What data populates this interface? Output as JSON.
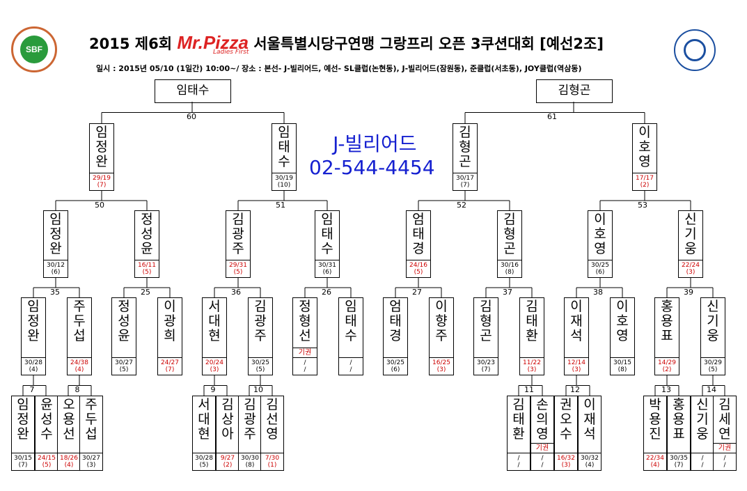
{
  "header": {
    "title_prefix": "2015 제6회",
    "pizza_brand": "Mr.Pizza",
    "pizza_sub": "Ladies First",
    "title_main": "서울특별시당구연맹 그랑프리 오픈 3쿠션대회 [예선2조]",
    "subtitle": "일시 : 2015년 05/10 (1일간) 10:00~/ 장소 : 본선- J-빌리어드, 예선- SL클럽(논현동), J-빌리어드(잠원동), 준클럽(서초동), JOY클럽(역삼동)",
    "logo_left_text": "SBF"
  },
  "ad": {
    "line1": "J-빌리어드",
    "line2": "02-544-4454"
  },
  "finalists": [
    "임태수",
    "김형곤"
  ],
  "match_numbers": [
    "60",
    "61",
    "50",
    "51",
    "52",
    "53",
    "35",
    "25",
    "36",
    "26",
    "27",
    "37",
    "38",
    "39",
    "7",
    "8",
    "9",
    "10",
    "11",
    "12",
    "13",
    "14"
  ],
  "players": [
    {
      "name": "임정완",
      "score": "29/19",
      "sub": "(7)",
      "red": true
    },
    {
      "name": "임태수",
      "score": "30/19",
      "sub": "(10)",
      "red": false
    },
    {
      "name": "김형곤",
      "score": "30/17",
      "sub": "(7)",
      "red": false
    },
    {
      "name": "이호영",
      "score": "17/17",
      "sub": "(2)",
      "red": true
    },
    {
      "name": "임정완",
      "score": "30/12",
      "sub": "(6)",
      "red": false
    },
    {
      "name": "정성윤",
      "score": "16/11",
      "sub": "(5)",
      "red": true
    },
    {
      "name": "김광주",
      "score": "29/31",
      "sub": "(5)",
      "red": true
    },
    {
      "name": "임태수",
      "score": "30/31",
      "sub": "(6)",
      "red": false
    },
    {
      "name": "엄태경",
      "score": "24/16",
      "sub": "(5)",
      "red": true
    },
    {
      "name": "김형곤",
      "score": "30/16",
      "sub": "(8)",
      "red": false
    },
    {
      "name": "이호영",
      "score": "30/25",
      "sub": "(6)",
      "red": false
    },
    {
      "name": "신기웅",
      "score": "22/24",
      "sub": "(3)",
      "red": true
    },
    {
      "name": "임정완",
      "score": "30/28",
      "sub": "(4)",
      "red": false
    },
    {
      "name": "주두섭",
      "score": "24/38",
      "sub": "(4)",
      "red": true
    },
    {
      "name": "정성윤",
      "score": "30/27",
      "sub": "(5)",
      "red": false
    },
    {
      "name": "이광희",
      "score": "24/27",
      "sub": "(7)",
      "red": true
    },
    {
      "name": "서대현",
      "score": "20/24",
      "sub": "(3)",
      "red": true
    },
    {
      "name": "김광주",
      "score": "30/25",
      "sub": "(5)",
      "red": false
    },
    {
      "name": "정형선",
      "score": "/",
      "sub": "/",
      "red": false,
      "gk": "기권"
    },
    {
      "name": "임태수",
      "score": "/",
      "sub": "/",
      "red": false
    },
    {
      "name": "엄태경",
      "score": "30/25",
      "sub": "(6)",
      "red": false
    },
    {
      "name": "이향주",
      "score": "16/25",
      "sub": "(3)",
      "red": true
    },
    {
      "name": "김형곤",
      "score": "30/23",
      "sub": "(7)",
      "red": false
    },
    {
      "name": "김태환",
      "score": "11/22",
      "sub": "(3)",
      "red": true
    },
    {
      "name": "이재석",
      "score": "12/14",
      "sub": "(3)",
      "red": true
    },
    {
      "name": "이호영",
      "score": "30/15",
      "sub": "(8)",
      "red": false
    },
    {
      "name": "홍용표",
      "score": "14/29",
      "sub": "(2)",
      "red": true
    },
    {
      "name": "신기웅",
      "score": "30/29",
      "sub": "(5)",
      "red": false
    },
    {
      "name": "임정완",
      "score": "30/15",
      "sub": "(7)",
      "red": false
    },
    {
      "name": "윤성수",
      "score": "24/15",
      "sub": "(5)",
      "red": true
    },
    {
      "name": "오용선",
      "score": "18/26",
      "sub": "(4)",
      "red": true
    },
    {
      "name": "주두섭",
      "score": "30/27",
      "sub": "(3)",
      "red": false
    },
    {
      "name": "서대현",
      "score": "30/28",
      "sub": "(5)",
      "red": false
    },
    {
      "name": "김상아",
      "score": "9/27",
      "sub": "(2)",
      "red": true
    },
    {
      "name": "김광주",
      "score": "30/30",
      "sub": "(8)",
      "red": false
    },
    {
      "name": "김선영",
      "score": "7/30",
      "sub": "(1)",
      "red": true
    },
    {
      "name": "김태환",
      "score": "/",
      "sub": "/",
      "red": false
    },
    {
      "name": "손의영",
      "score": "/",
      "sub": "/",
      "red": false,
      "gk": "기권"
    },
    {
      "name": "권오수",
      "score": "16/32",
      "sub": "(3)",
      "red": true
    },
    {
      "name": "이재석",
      "score": "30/32",
      "sub": "(4)",
      "red": false
    },
    {
      "name": "박용진",
      "score": "22/34",
      "sub": "(4)",
      "red": true
    },
    {
      "name": "홍용표",
      "score": "30/35",
      "sub": "(7)",
      "red": false
    },
    {
      "name": "신기웅",
      "score": "/",
      "sub": "/",
      "red": false
    },
    {
      "name": "김세연",
      "score": "/",
      "sub": "/",
      "red": false,
      "gk": "기권"
    }
  ],
  "colors": {
    "ad": "#1520d0",
    "loss": "#cc0000",
    "brand": "#dd2222"
  }
}
